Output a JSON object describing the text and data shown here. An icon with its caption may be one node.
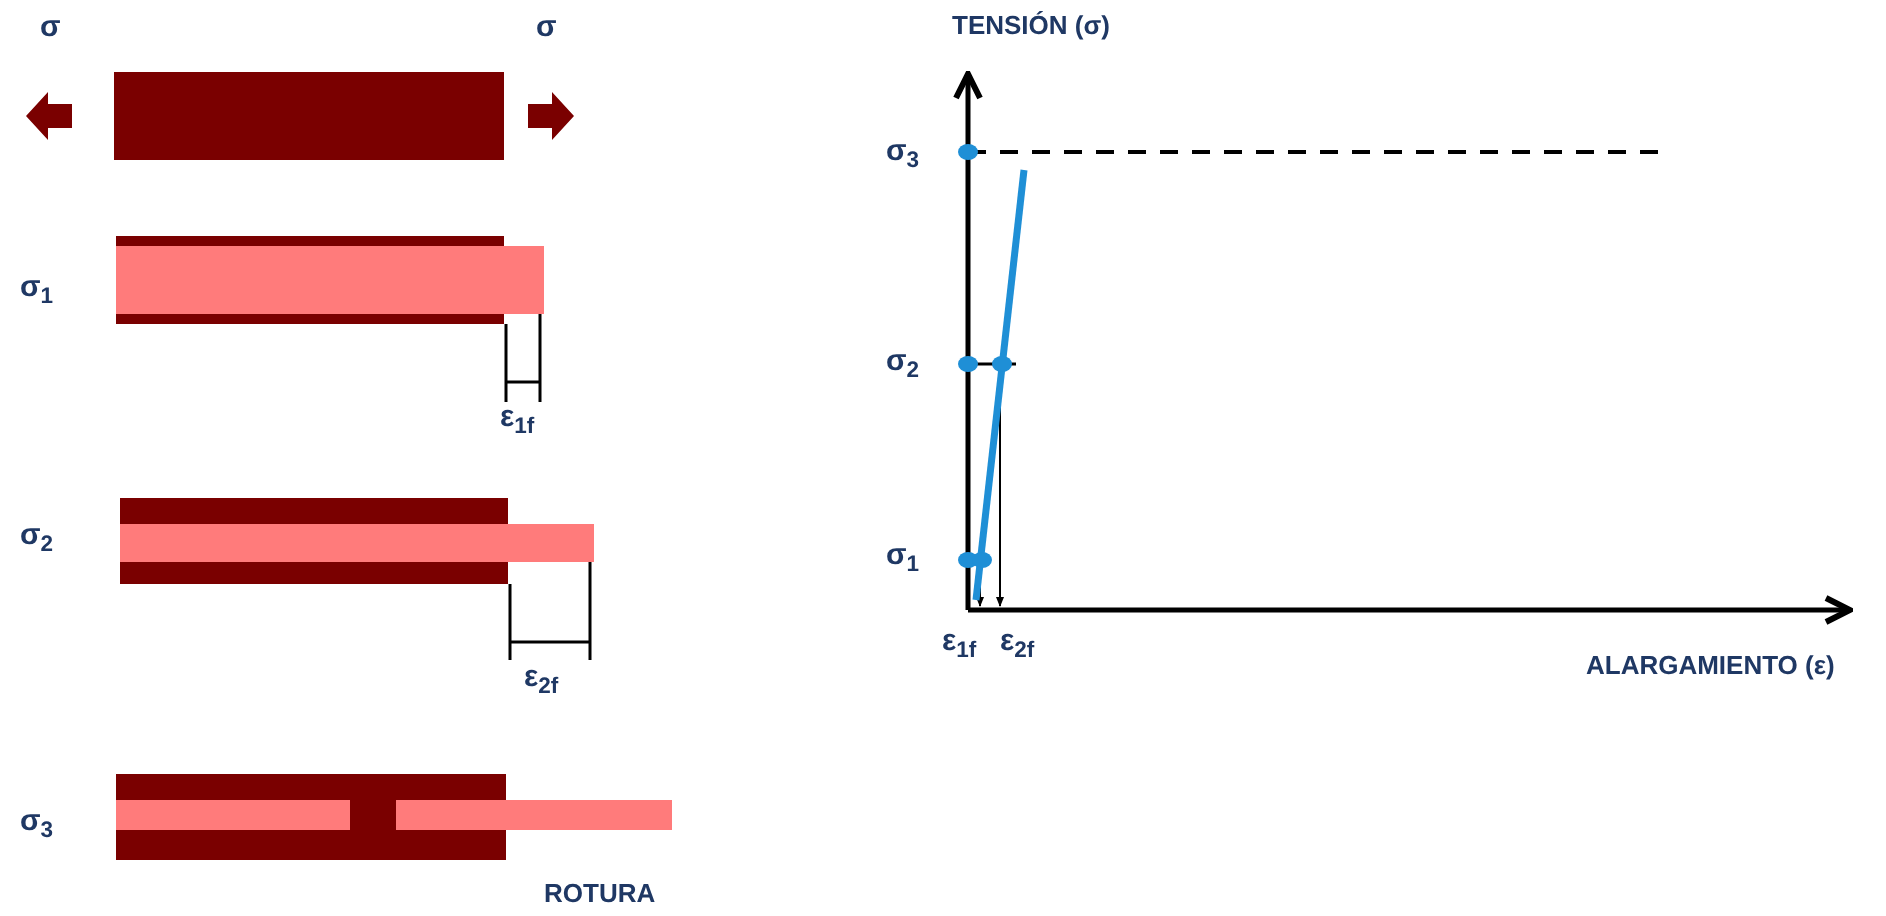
{
  "diagram": {
    "labels": [
      "σ",
      "σ",
      "σ$_{1}$",
      "ε$_{1f}$",
      "σ$_{2}$",
      "ε$_{2f}$",
      "σ$_{3}$",
      "ROTURA",
      "TENSIÓN (σ)",
      "σ$_{3}$",
      "σ$_{2}$",
      "σ$_{1}$",
      "ε$_{1f}$",
      "ε$_{2f}$",
      "ALARGAMIENTO (ε)"
    ]
  }
}
